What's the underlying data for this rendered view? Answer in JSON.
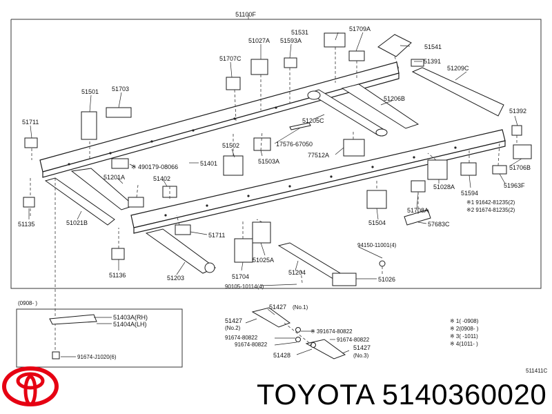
{
  "diagram": {
    "main_assembly": "51100F",
    "image_code": "511411C",
    "labels": {
      "l51100f": "51100F",
      "l51531": "51531",
      "l51709a": "51709A",
      "l51027a": "51027A",
      "l51593a": "51593A",
      "l51541": "51541",
      "l51391": "51391",
      "l51209c": "51209C",
      "l51707c": "51707C",
      "l51501": "51501",
      "l51703": "51703",
      "l51206b": "51206B",
      "l51392": "51392",
      "l51711a": "51711",
      "l51205c": "51205C",
      "l17576": "17576-67050",
      "l51502": "51502",
      "l77512a": "77512A",
      "l51503a": "51503A",
      "l490179": "※ 490179-08066",
      "l51401": "51401",
      "l51201a": "51201A",
      "l51402": "51402",
      "l51706b": "51706B",
      "l51028a": "51028A",
      "l51594": "51594",
      "l51963f": "51963F",
      "l91642": "※1 91642-81235(2)",
      "l91674a": "※2 91674-81235(2)",
      "l51135": "51135",
      "l51021b": "51021B",
      "l51708a": "51708A",
      "l51504": "51504",
      "l57683c": "57683C",
      "l51711b": "51711",
      "l94150": "94150-11001(4)",
      "l51136": "51136",
      "l51203": "51203",
      "l51704": "51704",
      "l51025a": "51025A",
      "l51204": "51204",
      "l51026": "51026",
      "l90105": "90105-10114(4)"
    },
    "inset_left": {
      "range": "(0908-   )",
      "l51403a": "51403A(RH)",
      "l51404a": "51404A(LH)",
      "l91674j": "91674-J1020(6)"
    },
    "inset_mid": {
      "l51427a": "51427",
      "l51427a_note": "(No.1)",
      "l51427b": "51427",
      "l51427b_note": "(No.2)",
      "l391674": "※ 391674-80822",
      "l91674c": "91674-80822",
      "l91674d": "91674-80822",
      "l91674e": "91674-80822",
      "l51428": "51428",
      "l51427c": "51427",
      "l51427c_note": "(No.3)"
    },
    "legend": [
      "※ 1(      -0908)",
      "※ 2(0908-      )",
      "※ 3(      -1011)",
      "※ 4(1011-      )"
    ]
  },
  "footer": {
    "brand_part": "TOYOTA 5140360020"
  },
  "colors": {
    "logo_red": "#e60012",
    "line": "#1a1a1a"
  }
}
